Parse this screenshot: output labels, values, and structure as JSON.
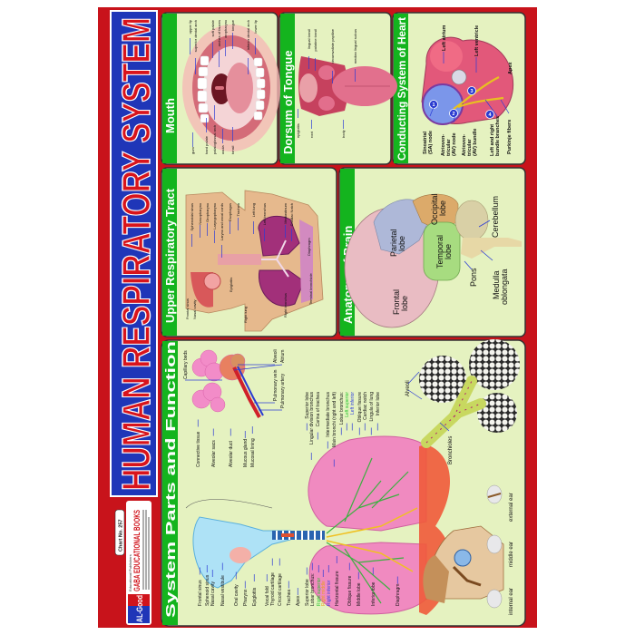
{
  "poster": {
    "title": "HUMAN RESPIRATORY SYSTEM",
    "chart_no": "Chart No. 257",
    "publisher_tag": "Educational Publishers",
    "publisher": "GABA EDUCATIONAL BOOKS",
    "logo": "AL-Good",
    "colors": {
      "border": "#c8131b",
      "title_band": "#1f36b8",
      "panel_header": "#14b41e",
      "panel_bg": "#e5f2c0"
    }
  },
  "mouth": {
    "title": "Mouth",
    "labels_top": [
      "upper lip",
      "superior dental arch",
      "soft palate",
      "arches of fauces",
      "oropharynx",
      "tongue",
      "inferior dental arch",
      "lower lip"
    ],
    "labels_bottom": [
      "gum",
      "hard palate",
      "palatoglossal arch",
      "uvula",
      "tonsil"
    ]
  },
  "tongue": {
    "title": "Dorsum of Tongue",
    "labels_top": [
      "lingual tonsil",
      "palatine tonsil",
      "circumvallate papillae",
      "median lingual sulcus"
    ],
    "labels_bottom": [
      "epiglottis",
      "root",
      "body"
    ]
  },
  "heart": {
    "title": "Conducting System of Heart",
    "left_atrium": "Left atrium",
    "left_ventricle": "Left ventricle",
    "apex": "Apex",
    "sa_node": [
      "Sinoatrial",
      "(SA) node"
    ],
    "av_node": [
      "Atrioven-",
      "tricular",
      "(AV) node"
    ],
    "av_bundle": [
      "Atrioven-",
      "tricular",
      "(AV) bundle"
    ],
    "bundle_branches": [
      "Left and right",
      "bundle branches"
    ],
    "purkinje": "Purkinje fibers",
    "markers": [
      "1",
      "2",
      "3",
      "4"
    ]
  },
  "upper_tract": {
    "title": "Upper Respiratory Tract",
    "labels_top": [
      "Sphenoidal sinus",
      "Nasopharynx",
      "Oropharynx",
      "Laryngopharynx",
      "Larynx and vocal cords",
      "Esophagus",
      "Trachea",
      "Left lung",
      "Left bronchus",
      "Mediastinum",
      "Cardiac Notch"
    ],
    "labels_bottom": [
      "Frontal sinus",
      "Nasal cavity",
      "Epiglottis",
      "Right lung",
      "Right bronchus",
      "Diaphragm",
      "Terminal bronchiole"
    ]
  },
  "brain": {
    "title": "Anatomy of Brain",
    "frontal": [
      "Frontal",
      "lobe"
    ],
    "parietal": [
      "Parietal",
      "lobe"
    ],
    "occipital": [
      "Occipital",
      "lobe"
    ],
    "temporal": [
      "Temporal",
      "lobe"
    ],
    "cerebellum": [
      "Cerebellum"
    ],
    "pons": [
      "Pons"
    ],
    "medulla": [
      "Medulla",
      "oblongata"
    ]
  },
  "system": {
    "title": "System Parts and Function",
    "labels_bottom": [
      {
        "text": "Frontal sinus"
      },
      {
        "text": "Sphenoid sinus"
      },
      {
        "text": "Nasal cavity"
      },
      {
        "text": "Nasal vestibule"
      },
      {
        "text": "Oral cavity"
      },
      {
        "text": "Pharynx"
      },
      {
        "text": "Epiglottis"
      },
      {
        "text": "Vocal fold"
      },
      {
        "text": "Thyroid cartilage"
      },
      {
        "text": "Cricoid cartilage"
      },
      {
        "text": "Trachea"
      },
      {
        "text": "Apex"
      },
      {
        "text": "Superior lobe"
      },
      {
        "text": "Lobar bronchus:"
      },
      {
        "text": "Right superior",
        "color": "#22c32a"
      },
      {
        "text": "Right middle",
        "color": "#e8a020"
      },
      {
        "text": "Right inferior",
        "color": "#3040e0"
      },
      {
        "text": "Horizontal fissure"
      },
      {
        "text": "Oblique fissure"
      },
      {
        "text": "Middle lobe"
      },
      {
        "text": "Inferior lobe"
      },
      {
        "text": "Diaphragm"
      }
    ],
    "labels_lung_top": [
      {
        "text": "Superior lobe"
      },
      {
        "text": "Lingular division bronchus"
      },
      {
        "text": "Carina of trachea"
      },
      {
        "text": "Intermediate bronchus"
      },
      {
        "text": "Main bronchi (right and left)"
      },
      {
        "text": "Lobar bronchus:"
      },
      {
        "text": "Left superior",
        "color": "#22c32a"
      },
      {
        "text": "Left inferior",
        "color": "#3040e0"
      },
      {
        "text": "Oblique fissure"
      },
      {
        "text": "Cardiac notch"
      },
      {
        "text": "Lingula of lung"
      },
      {
        "text": "Inferior lobe"
      }
    ],
    "labels_alveolus": [
      {
        "text": "Connective tissue"
      },
      {
        "text": "Alveolar sacs"
      },
      {
        "text": "Alveolar duct"
      },
      {
        "text": "Mucous gland"
      },
      {
        "text": "Mucosal lining"
      }
    ],
    "capillary_beds": "Capillary beds",
    "alveoli_top": "Alveoli",
    "atrium": "Atrium",
    "pulmonary_vein": "Pulmonary vein",
    "pulmonary_artery": "Pulmonary artery",
    "alveoli_right": "Alveoli",
    "bronchioles": "Bronchioles",
    "external_ear": "external ear",
    "middle_ear": "middle ear",
    "internal_ear": "internal ear"
  }
}
